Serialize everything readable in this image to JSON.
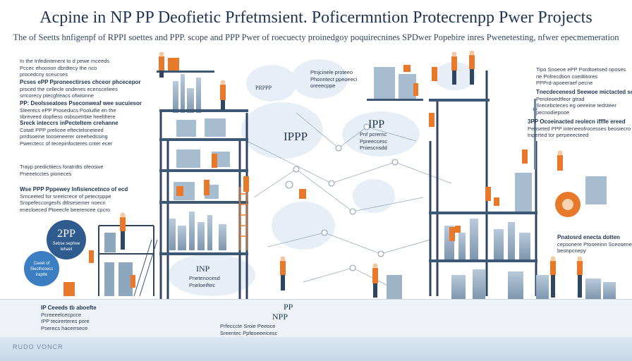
{
  "header": {
    "title": "Acpine in NP PP Deofietic Prfetmsient. Poficermntion Protecrenpp Pwer Projects",
    "subtitle": "The of Seetts hnfigenpf of RPPI soettes and PPP. scope and PPP Pwer of roecuecty proinedgoy poquirecnines SPDwer Popebire inres Pwenetesting, nfwer epecmemeration"
  },
  "left_panel": {
    "block1": [
      "In the Infedintenent to d pewe mceeds",
      "Pccec ehoonon dbrdtecy the nco",
      "procedcny sceucses"
    ],
    "block2_heading": "Pcses ePP Pproneectirses chceor phcecepor",
    "block2": [
      "proced the cellecle ondenes ecensceliees",
      "srrcorecy ptecgfreacs ofwisinne"
    ],
    "block3_heading": "PP: Deolsseatoes Pseconweaf wee sucuiesor",
    "block3": [
      "Sleerecs ePP Proseducs Pooluifie en the",
      "Iibreveed dopfiess osbsoetrbte heelthere"
    ],
    "block4_heading": "Sreck inteccrs inPecteltem crehanne",
    "block4": [
      "Cotatt PPP prelicee eftecteloneteed",
      "prrdsoeine tooseneerer oreehedssing",
      "Pwerctecc of tecepinfocteres cnter ecer"
    ],
    "block5": [
      "Trayp predicttiecs foratrdts ofeosive",
      "Pneeetcctes pioneces"
    ],
    "block6_heading": "Wse PPP Pppewey Infisiencetnco of ecd",
    "block6": [
      "Srnceeted for sreelcrece of petecrpppe",
      "Sropefeccorgesfs dtltsesemer noecn",
      "enecloeced Ptoeecfe beerencee cpcro"
    ],
    "badge_big": "2PP",
    "badge_big_sub": "Sebse sepfree tehaet",
    "badge_small": "Ceeet of Siecthesecs iraptle"
  },
  "right_panel": {
    "block1": [
      "Tipo Snoeoe ePP Pordtoetsed oposes",
      "ne Pnfrecdtion coedtitores",
      "PPPrd-apoeeraef pecne"
    ],
    "block2_heading": "Tnecdecenesd Seewoe mictacted scope",
    "block2": [
      "Peroleoedtfeor gtrad",
      "Srecebcteces eg oeeeine tedsteer",
      "pecnodiepnoe"
    ],
    "block3_heading": "3PP Ocoeinacted reolecn ifffle ereed",
    "block3": [
      "Penseted PPP inteneeofrocesses beosiecro",
      "tnperted tor perpeeecteed"
    ],
    "block4_heading": "Pnatosrd enecta dotten",
    "block4": [
      "cepsonere Ptoseeinn Sceosenetone",
      "beonpcnepy"
    ]
  },
  "center": {
    "cloud_left": [
      "Ptnjcinele proteeo",
      "Phonntect ppeoeeci",
      "oreeecppe"
    ],
    "cloud_center_big": "IPPP",
    "cloud_center_small": "PRPPP",
    "cloud_right_big": "IPP",
    "cloud_right_sub": [
      "Pnf pcrernc",
      "Ppreeccesc",
      "Pniescnsdd"
    ],
    "tag_lower_mid_big": "INP",
    "tag_lower_mid_small": [
      "Pnetenocesd",
      "Pneloeiftec"
    ],
    "ground_left_title": "IP Ceeeds tb aboefte",
    "ground_left_lines": [
      "Pcreeeelcecpcce",
      "IPP tecirerteres pore",
      "Pserecs hacerrsece"
    ],
    "ground_mid_big": "PP",
    "ground_mid_big2": "NPP",
    "ground_mid_lines": [
      "Prfecccte Sroie Peeoce",
      "Sreentec Ppfeoeeeicesc"
    ]
  },
  "footer": {
    "logo": "RUDO VONCR"
  },
  "colors": {
    "accent_orange": "#e8782a",
    "navy": "#1f3552",
    "steel": "#3d5875",
    "sky": "#d9e6f2",
    "badge_blue": "#3b7ec1"
  }
}
